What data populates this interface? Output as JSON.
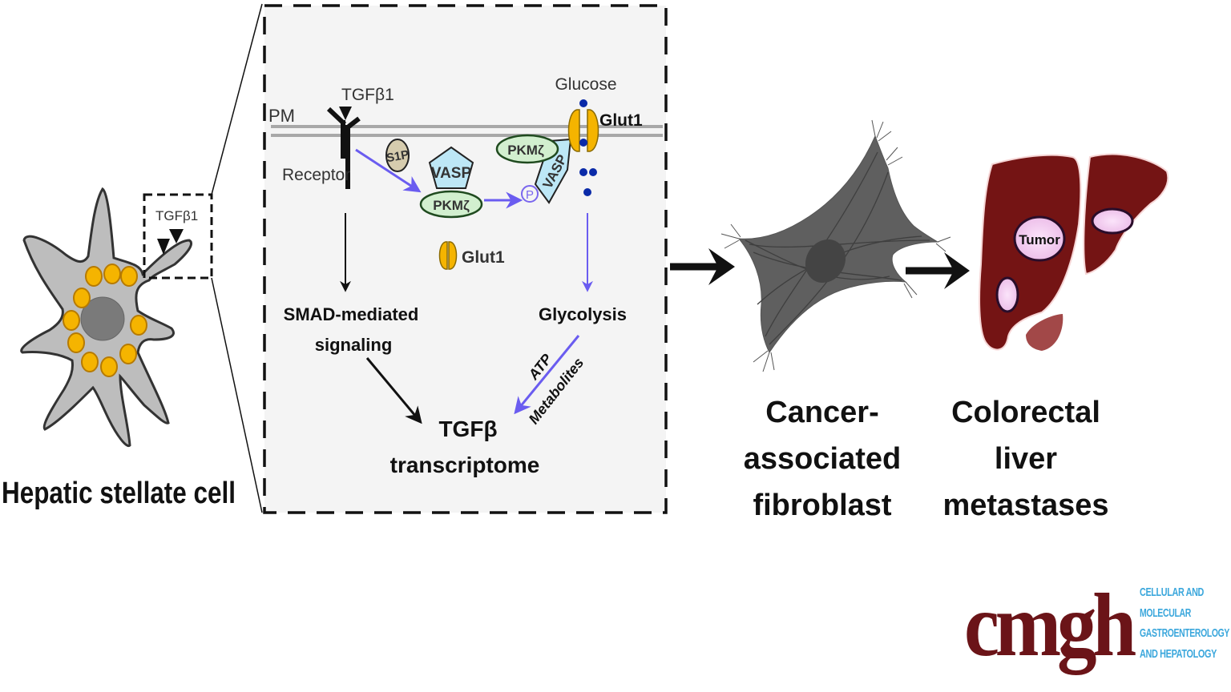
{
  "stellate": {
    "ligand_label": "TGFβ1",
    "caption": "Hepatic stellate cell"
  },
  "inset": {
    "pm_label": "PM",
    "ligand_label": "TGFβ1",
    "receptor_label": "Receptor",
    "s1p_label": "S1P",
    "vasp_label": "VASP",
    "pkmz_label": "PKMζ",
    "phospho_label": "P",
    "vasp2_label": "VASP",
    "pkmz2_label": "PKMζ",
    "glucose_label": "Glucose",
    "glut1_membrane_label": "Glut1",
    "glut1_cytosol_label": "Glut1",
    "smad_line1": "SMAD-mediated",
    "smad_line2": "signaling",
    "glycolysis_label": "Glycolysis",
    "atp_label": "ATP",
    "metabolites_label": "Metabolites",
    "tgfb_line1": "TGFβ",
    "tgfb_line2": "transcriptome"
  },
  "caf": {
    "caption_line1": "Cancer-",
    "caption_line2": "associated",
    "caption_line3": "fibroblast"
  },
  "liver": {
    "tumor_label": "Tumor",
    "caption_line1": "Colorectal",
    "caption_line2": "liver",
    "caption_line3": "metastases"
  },
  "logo": {
    "main": "cmgh",
    "line1": "CELLULAR AND",
    "line2": "MOLECULAR",
    "line3": "GASTROENTEROLOGY",
    "line4": "AND HEPATOLOGY"
  },
  "colors": {
    "lipid_droplet": "#f5b400",
    "blue_arrow": "#6a5cf0",
    "glucose_dot": "#0a2aa8",
    "liver": "#741414",
    "tumor": "#f3c8f0",
    "logo_red": "#6b1418",
    "logo_blue": "#3ba7dc"
  }
}
